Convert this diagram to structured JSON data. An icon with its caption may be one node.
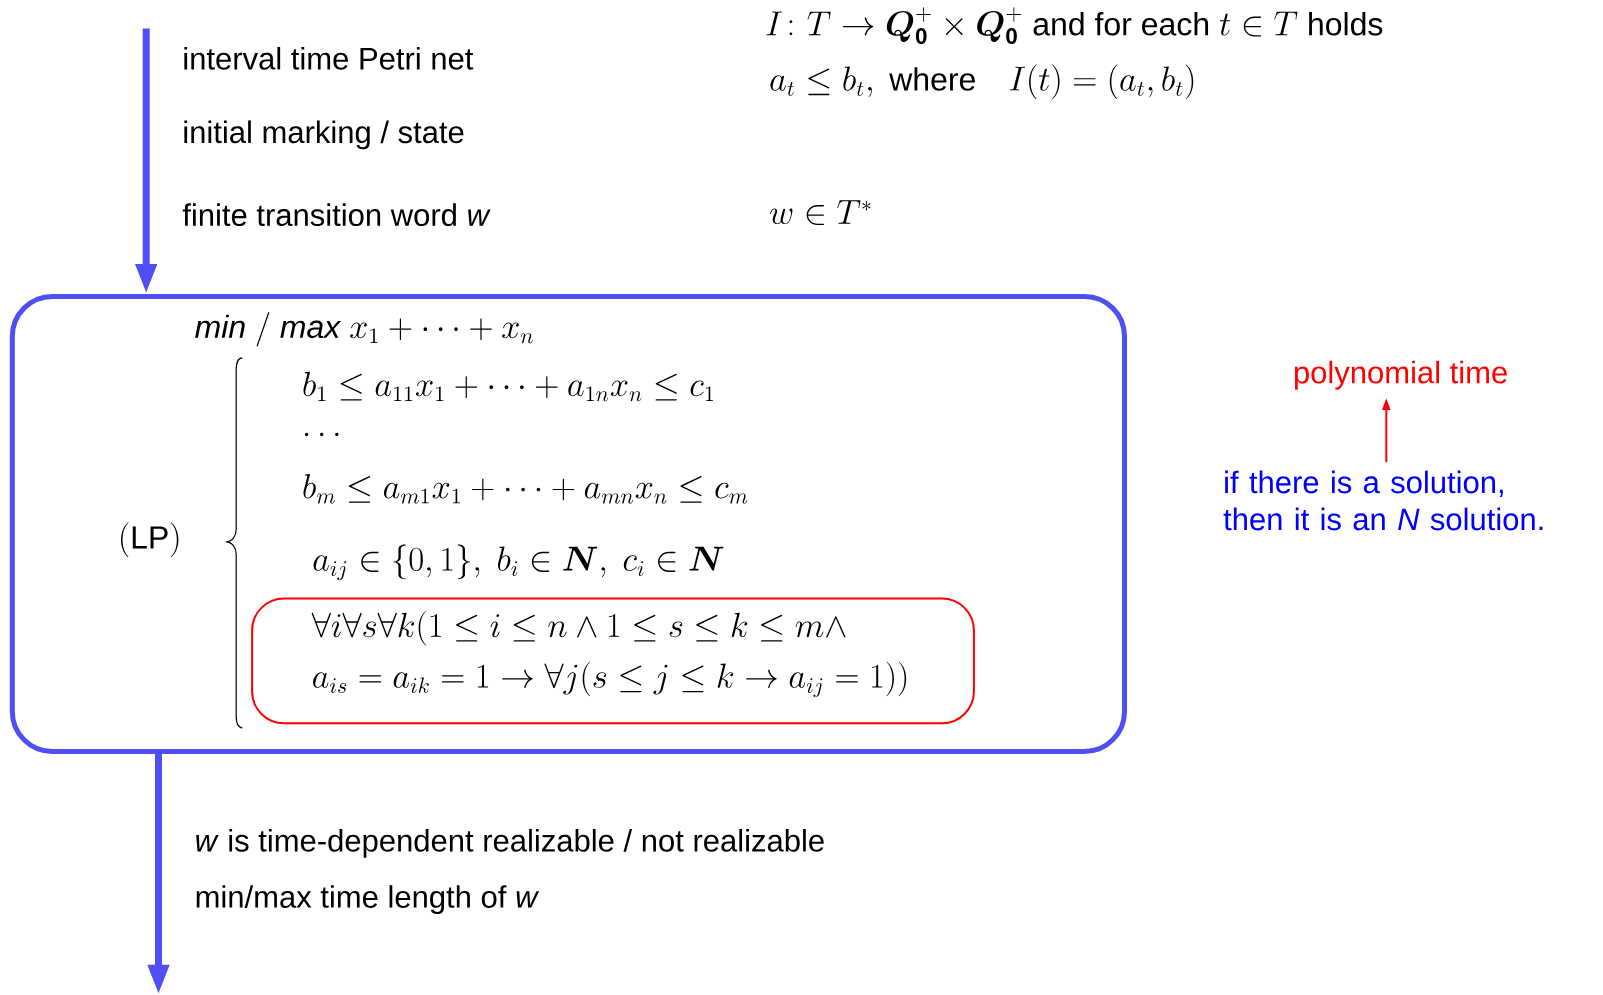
{
  "diagram": {
    "nodes": [
      {
        "text": [
          "\\mathit{min}\\ /\\ \\mathit{max}\\ x_1 + \\dots + x_n",
          "(\\mathrm{LP})",
          "b_1 \\le a_{11}x_1 + \\dots + a_{1n}x_n \\le c_1",
          "\\dots",
          "b_m \\le a_{m1}x_1 + \\dots + a_{mn}x_n \\le c_m",
          "a_{ij} \\in \\{0, 1\\},\\ b_i \\in \\boldsymbol{N},\\ c_i \\in \\boldsymbol{N}"
        ]
      },
      {
        "text": [
          "\\forall i \\forall s \\forall k (1 \\le i \\le n \\wedge 1 \\le s \\le k \\le m \\wedge",
          "a_{is} = a_{ik} = 1 \\to \\forall j (s \\le j \\le k \\to a_{ij} = 1))"
        ],
        "in": 0
      },
      {
        "text": [
          "polynomial time"
        ]
      },
      {
        "text": [
          "if there is a solution, then it is an *N* solution."
        ]
      }
    ],
    "edges": [
      {
        "from": null,
        "to": 0,
        "arrow": "to"
      },
      {
        "from": 0,
        "to": null,
        "arrow": "to"
      },
      {
        "from": 3,
        "to": 2,
        "arrow": "to",
        "color": "#ff0000"
      }
    ],
    "labels": [
      "interval time Petri net",
      "I\\colon T \\to \\boldsymbol{Q}_{\\mathbf{0}}^{+} \\times \\boldsymbol{Q}_{\\mathbf{0}}^{+}\\ \\mathrm{and\\ for\\ each}\\ t \\in T\\ \\mathrm{holds}",
      "a_t \\le b_t,\\ \\mathrm{where}\\quad I(t) = (a_t, b_t)",
      "initial marking / state",
      "finite transition word *w*",
      "w \\in T^{*}",
      "*w* is time-dependent realizable / not realizable",
      "min/max time length of *w*"
    ]
  }
}
